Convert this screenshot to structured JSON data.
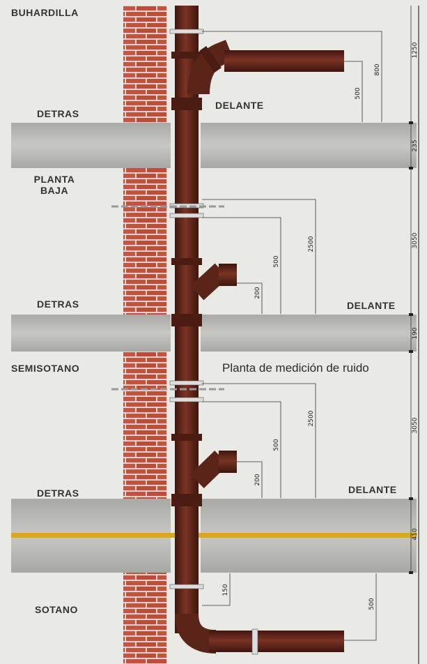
{
  "labels": {
    "buhardilla": "BUHARDILLA",
    "detras_top": "DETRAS",
    "delante_top": "DELANTE",
    "planta_baja_1": "PLANTA",
    "planta_baja_2": "BAJA",
    "detras_mid": "DETRAS",
    "delante_mid": "DELANTE",
    "semisotano": "SEMISOTANO",
    "title": "Planta de medición de ruido",
    "detras_low": "DETRAS",
    "delante_low": "DELANTE",
    "sotano": "SOTANO"
  },
  "dimensions": {
    "d1250": "1250",
    "d800": "800",
    "d500_a": "500",
    "d235": "235",
    "d2500_a": "2500",
    "d500_b": "500",
    "d200_a": "200",
    "d3050_a": "3050",
    "d190": "190",
    "d2500_b": "2500",
    "d500_c": "500",
    "d200_b": "200",
    "d3050_b": "3050",
    "d410": "410",
    "d150": "150",
    "d500_d": "500"
  },
  "colors": {
    "background": "#e9e9e6",
    "brick": "#c8503e",
    "mortar": "#e6d6cf",
    "pipe": "#5a2418",
    "slab": "#b4b4b1",
    "yellow_line": "#d9a82a"
  }
}
